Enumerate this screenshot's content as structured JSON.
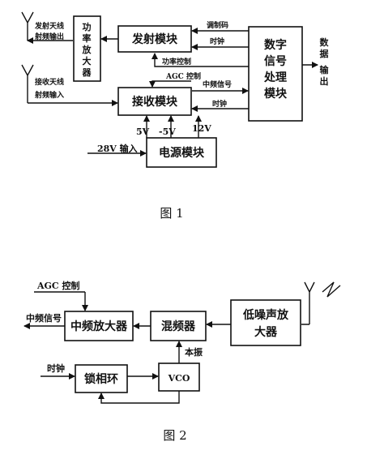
{
  "figure1": {
    "caption": "图 1",
    "tx_antenna_label": "发射天线",
    "tx_rf_output": "射频输出",
    "rx_antenna_label": "接收天线",
    "rx_rf_input": "射频输入",
    "power_amp": [
      "功",
      "率",
      "放",
      "大",
      "器"
    ],
    "tx_module": "发射模块",
    "rx_module": "接收模块",
    "power_module": "电源模块",
    "dsp_module": [
      "数字",
      "信号",
      "处理",
      "模块"
    ],
    "data_output": [
      "数",
      "据",
      "输",
      "出"
    ],
    "modulation_code": "调制码",
    "clock_tx": "时钟",
    "power_control": "功率控制",
    "agc_control": "AGC 控制",
    "if_signal": "中频信号",
    "clock_rx": "时钟",
    "v5": "5V",
    "vneg5": "-5V",
    "v12": "12V",
    "input_28v": "28V 输入"
  },
  "figure2": {
    "caption": "图 2",
    "agc_control": "AGC 控制",
    "if_signal": "中频信号",
    "if_amp": "中频放大器",
    "mixer": "混频器",
    "lna": [
      "低噪声放",
      "大器"
    ],
    "lo_label": "本振",
    "clock": "时钟",
    "pll": "锁相环",
    "vco": "VCO"
  }
}
